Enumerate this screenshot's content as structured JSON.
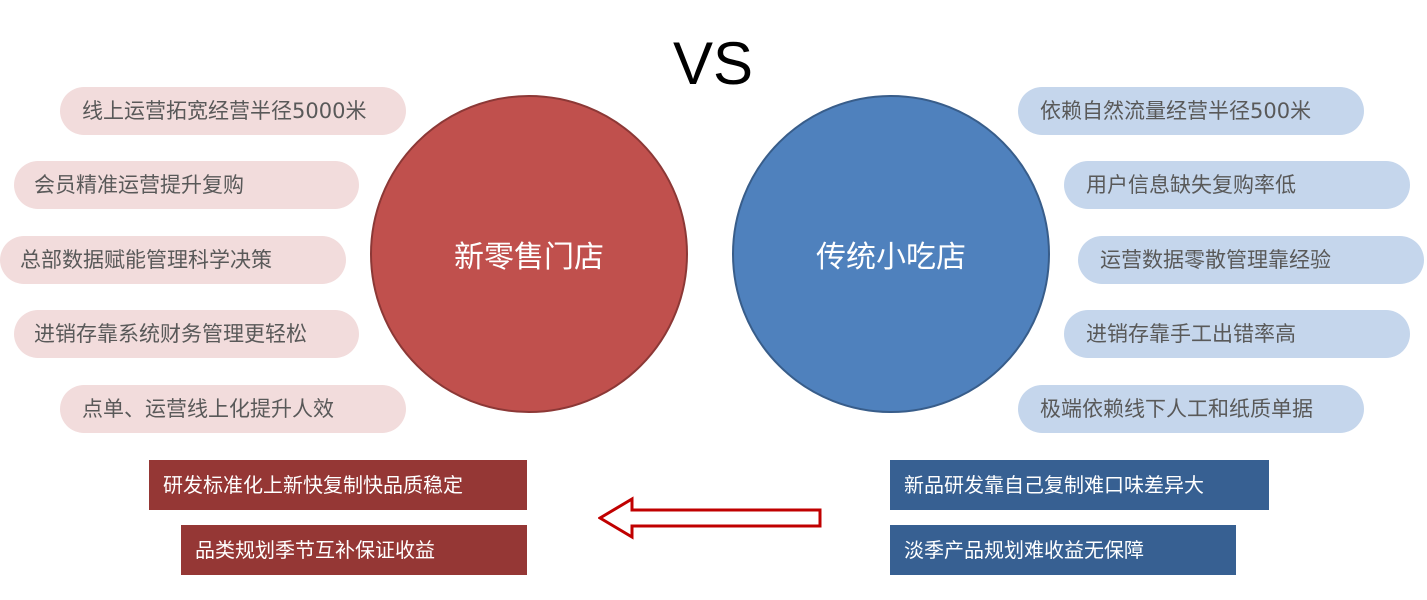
{
  "title": "VS",
  "left": {
    "circle_label": "新零售门店",
    "items": [
      "线上运营拓宽经营半径5000米",
      "会员精准运营提升复购",
      "总部数据赋能管理科学决策",
      "进销存靠系统财务管理更轻松",
      "点单、运营线上化提升人效"
    ],
    "boxes": [
      "研发标准化上新快复制快品质稳定",
      "品类规划季节互补保证收益"
    ]
  },
  "right": {
    "circle_label": "传统小吃店",
    "items": [
      "依赖自然流量经营半径500米",
      "用户信息缺失复购率低",
      "运营数据零散管理靠经验",
      "进销存靠手工出错率高",
      "极端依赖线下人工和纸质单据"
    ],
    "boxes": [
      "新品研发靠自己复制难口味差异大",
      "淡季产品规划难收益无保障"
    ]
  },
  "colors": {
    "left_circle": "#c0504d",
    "right_circle": "#4f81bd",
    "left_pill": "#f2dcdc",
    "right_pill": "#c5d6ec",
    "left_box": "#953735",
    "right_box": "#376092",
    "arrow": "#c00000"
  },
  "icons": {
    "arrow": "left-arrow-outline-icon"
  }
}
